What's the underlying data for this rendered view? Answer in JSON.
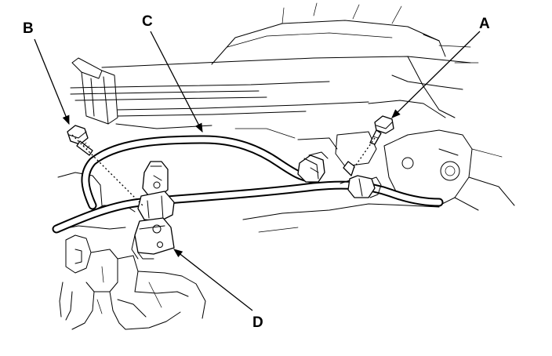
{
  "callouts": {
    "a": "A",
    "b": "B",
    "c": "C",
    "d": "D"
  },
  "colors": {
    "ink": "#000000",
    "paper": "#ffffff"
  }
}
